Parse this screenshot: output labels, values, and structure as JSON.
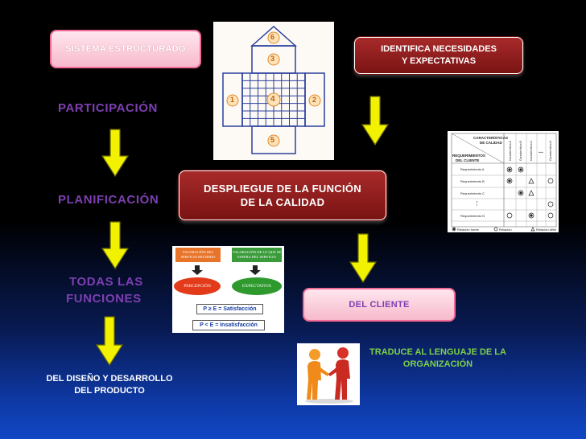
{
  "nodes": {
    "sistema": "SISTEMA ESTRUCTURADO",
    "identifica": "IDENTIFICA NECESIDADES Y EXPECTATIVAS",
    "participacion": "PARTICIPACIÓN",
    "planificacion": "PLANIFICACIÓN",
    "todas_line1": "TODAS LAS",
    "todas_line2": "FUNCIONES",
    "diseno_line1": "DEL DISEÑO Y DESARROLLO",
    "diseno_line2": "DEL PRODUCTO",
    "despliegue_line1": "DESPLIEGUE  DE LA FUNCIÓN",
    "despliegue_line2": "DE LA CALIDAD",
    "cliente": "DEL CLIENTE",
    "traduce_line1": "TRADUCE AL LENGUAJE DE LA",
    "traduce_line2": "ORGANIZACIÓN"
  },
  "house": {
    "rooms": [
      "6",
      "3",
      "1",
      "4",
      "2",
      "5"
    ]
  },
  "matrix": {
    "header_top": "CARACTERÍSTICAS",
    "header_sub": "DE CALIDAD",
    "row_header_1": "REQUERIMIENTOS",
    "row_header_2": "DEL CLIENTE",
    "columns": [
      "Característica A",
      "Característica B",
      "Característica C",
      "Característica N"
    ],
    "ellipsis": "...",
    "rows": [
      "Requerimiento A",
      "Requerimiento B",
      "Requerimiento C",
      "⋮",
      "Requerimiento N"
    ],
    "legend": [
      "Relación fuerte",
      "Relación",
      "Relación débil"
    ]
  },
  "perception": {
    "box1": "VALORACIÓN DEL SERVICIO RECIBIDO",
    "box2": "VALORACIÓN DE LO QUE SE ESPERA DEL SERVICIO",
    "oval1": "PERCEPCIÓN",
    "oval2": "EXPECTATIVA",
    "formula1": "P ≥ E = Satisfacción",
    "formula2": "P < E = Insatisfacción"
  },
  "colors": {
    "arrow_fill": "#f2f200",
    "purple": "#7d3fb2",
    "wine": "#8b1a1a",
    "green": "#7ed04a",
    "pink": "#f7b9cc"
  }
}
